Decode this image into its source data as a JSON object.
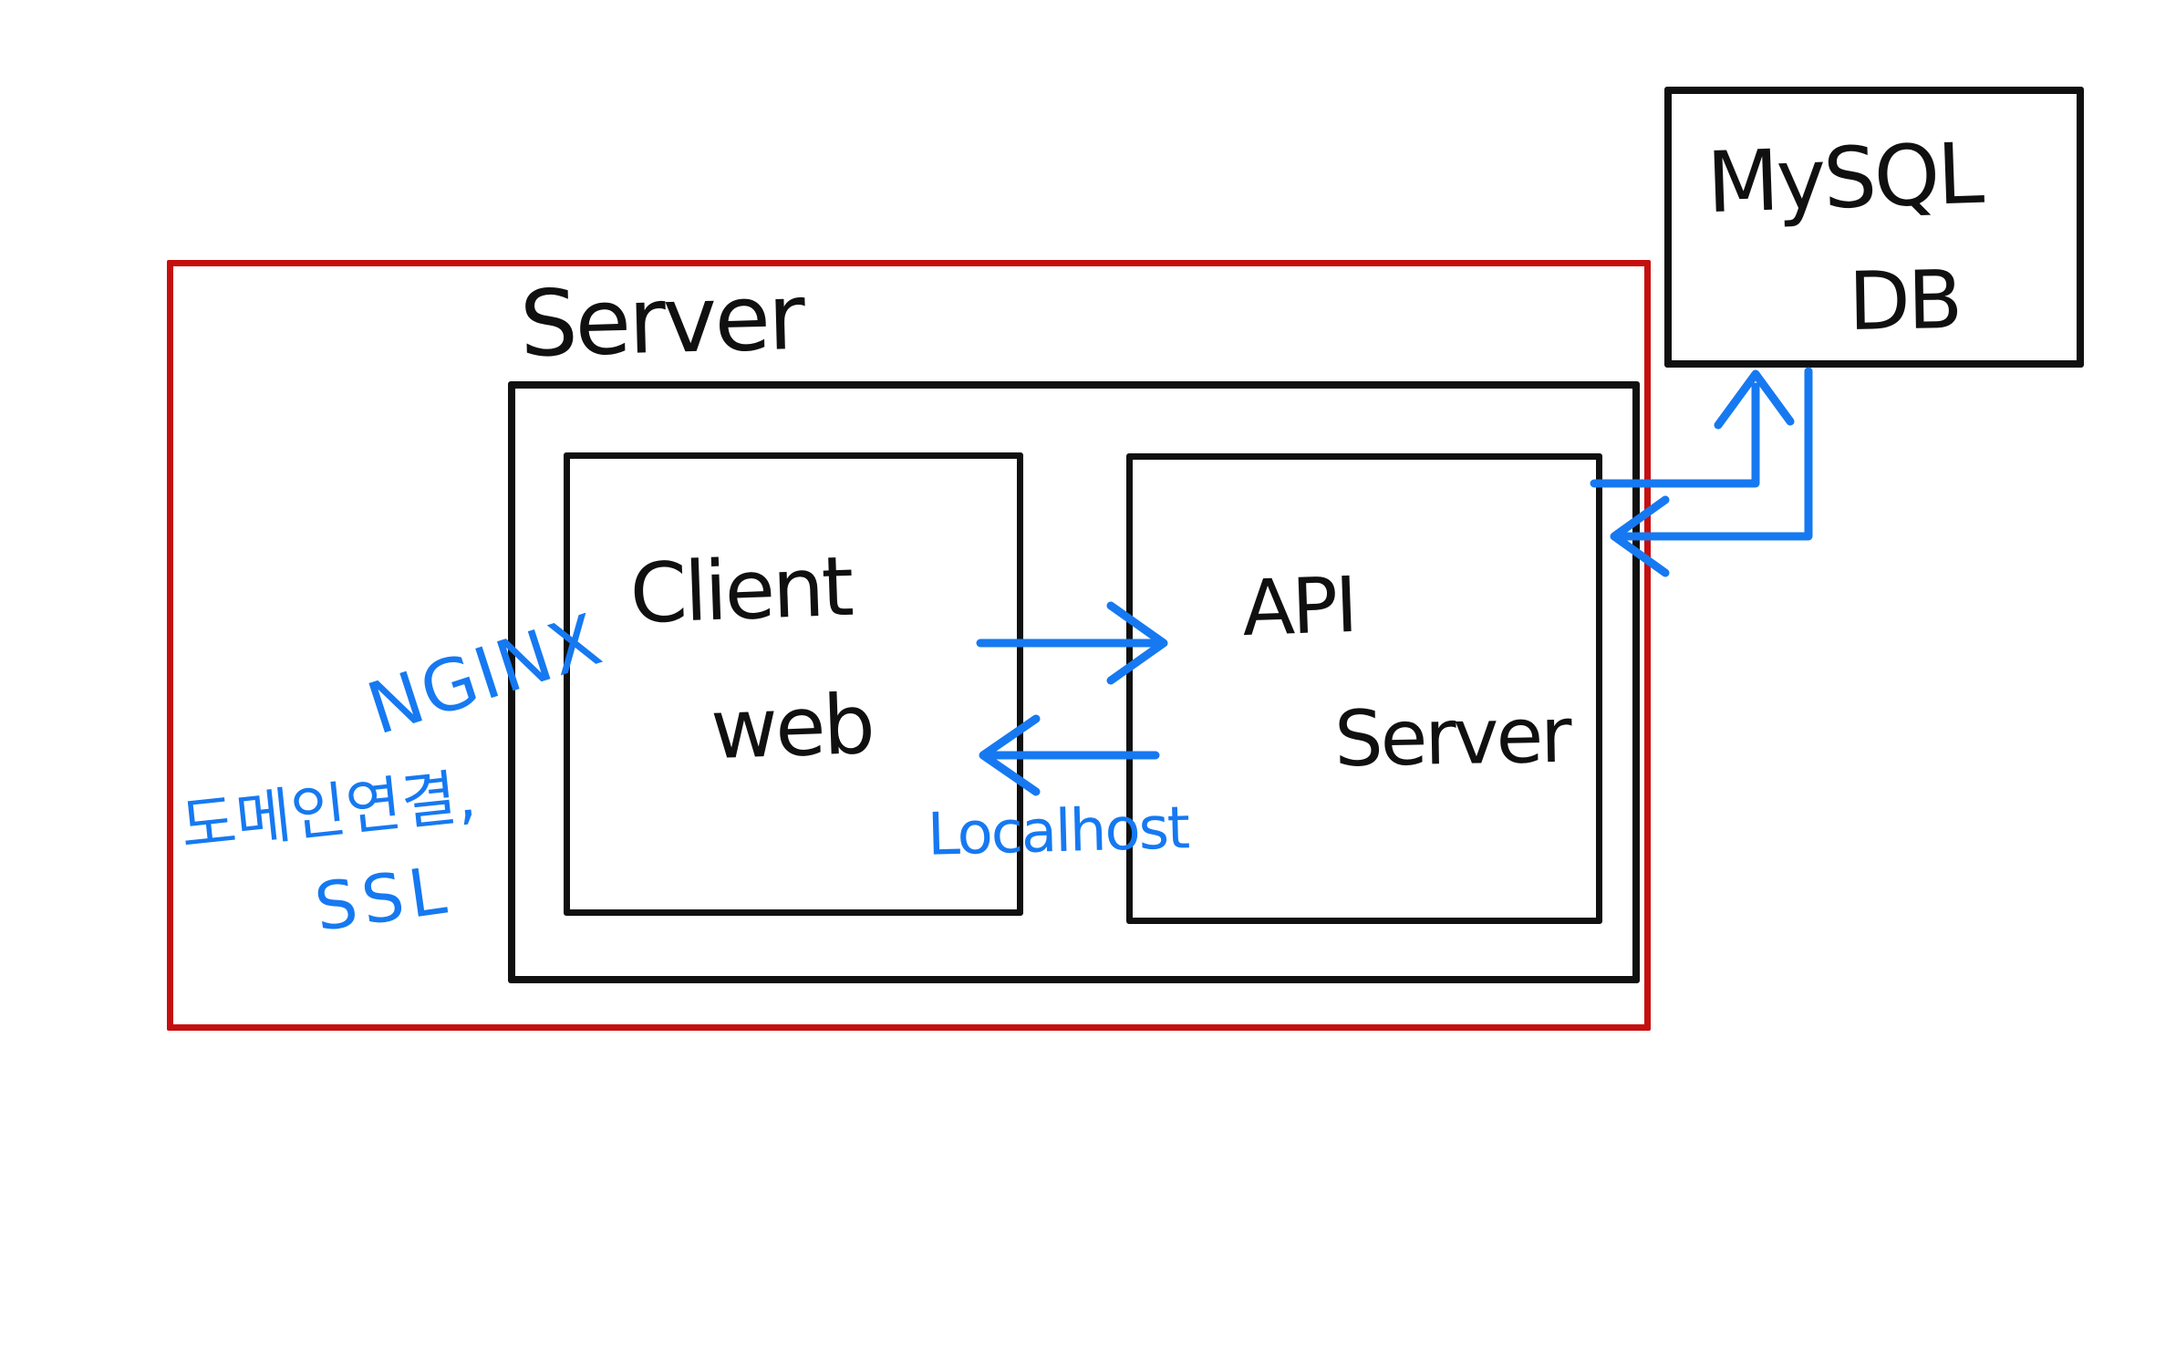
{
  "colors": {
    "background": "#ffffff",
    "ink_black": "#101010",
    "boundary_red": "#c50f0f",
    "annotation_blue": "#1679f1"
  },
  "nodes": {
    "server_group": {
      "label": "Server"
    },
    "client_web": {
      "line1": "Client",
      "line2": "web"
    },
    "api_server": {
      "line1": "API",
      "line2": "Server"
    },
    "mysql_db": {
      "line1": "MySQL",
      "line2": "DB"
    }
  },
  "annotations": {
    "nginx": "NGINX",
    "domain_note_line1": "도메인연결,",
    "domain_note_line2": "SSL",
    "localhost": "Localhost"
  }
}
